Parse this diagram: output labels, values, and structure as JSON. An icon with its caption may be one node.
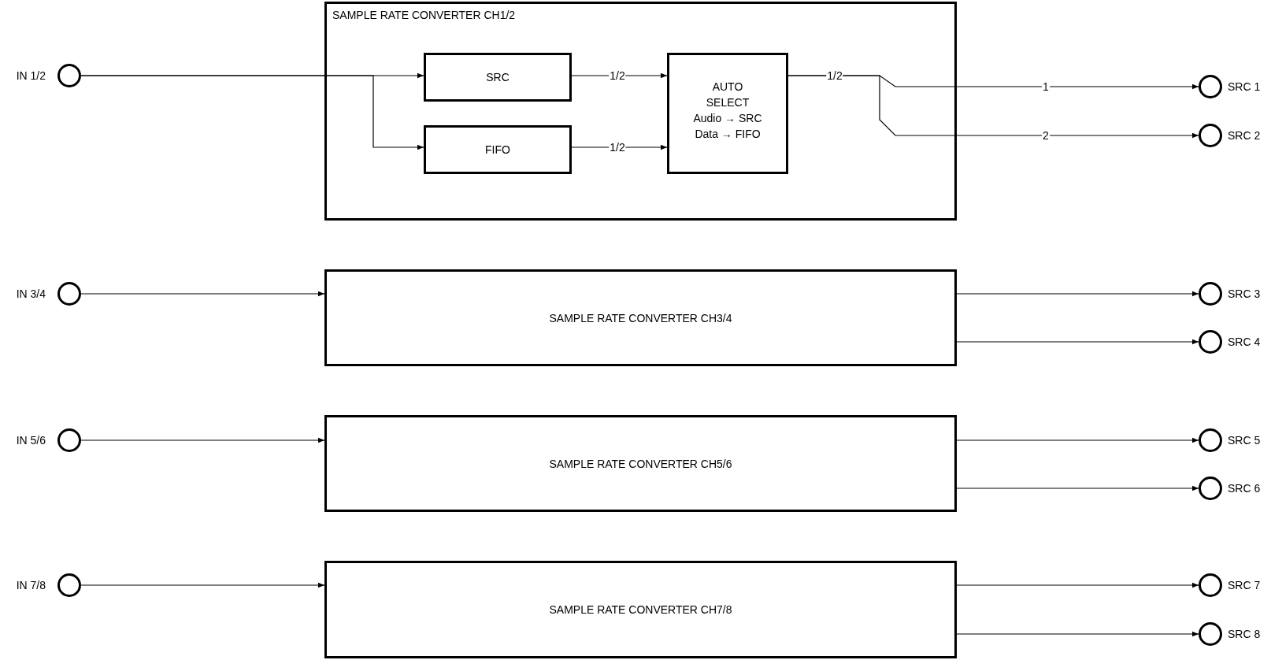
{
  "diagram": {
    "nodes": [
      {
        "text": [],
        "shape": "circle",
        "beside": [
          "IN 1/2"
        ]
      },
      {
        "text": [
          "SAMPLE RATE CONVERTER CH1/2"
        ]
      },
      {
        "text": [
          "SRC"
        ],
        "in": 1
      },
      {
        "text": [
          "FIFO"
        ],
        "in": 1
      },
      {
        "text": [
          "AUTO SELECT",
          "Audio → SRC Data → FIFO"
        ],
        "in": 1
      },
      {
        "text": [],
        "shape": "circle",
        "beside": [
          "SRC 1"
        ]
      },
      {
        "text": [],
        "shape": "circle",
        "beside": [
          "SRC 2"
        ]
      },
      {
        "text": [],
        "shape": "circle",
        "beside": [
          "IN 3/4"
        ]
      },
      {
        "text": [
          "SAMPLE RATE CONVERTER CH3/4"
        ]
      },
      {
        "text": [],
        "shape": "circle",
        "beside": [
          "SRC 3"
        ]
      },
      {
        "text": [],
        "shape": "circle",
        "beside": [
          "SRC 4"
        ]
      },
      {
        "text": [],
        "shape": "circle",
        "beside": [
          "IN 5/6"
        ]
      },
      {
        "text": [
          "SAMPLE RATE CONVERTER CH5/6"
        ]
      },
      {
        "text": [],
        "shape": "circle",
        "beside": [
          "SRC 5"
        ]
      },
      {
        "text": [],
        "shape": "circle",
        "beside": [
          "SRC 6"
        ]
      },
      {
        "text": [],
        "shape": "circle",
        "beside": [
          "IN 7/8"
        ]
      },
      {
        "text": [
          "SAMPLE RATE CONVERTER CH7/8"
        ]
      },
      {
        "text": [],
        "shape": "circle",
        "beside": [
          "SRC 7"
        ]
      },
      {
        "text": [],
        "shape": "circle",
        "beside": [
          "SRC 8"
        ]
      }
    ],
    "edges": [
      {
        "from": 0,
        "to": 2,
        "arrow": "to"
      },
      {
        "from": 0,
        "to": 3,
        "arrow": "to"
      },
      {
        "from": 2,
        "to": 4,
        "arrow": "to",
        "label": "1/2"
      },
      {
        "from": 3,
        "to": 4,
        "arrow": "to",
        "label": "1/2"
      },
      {
        "from": 4,
        "to": 5,
        "arrow": "to",
        "label": "1"
      },
      {
        "from": 4,
        "to": 6,
        "arrow": "to",
        "label": "2"
      },
      {
        "from": 7,
        "to": 8,
        "arrow": "to"
      },
      {
        "from": 8,
        "to": 9,
        "arrow": "to"
      },
      {
        "from": 8,
        "to": 10,
        "arrow": "to"
      },
      {
        "from": 11,
        "to": 12,
        "arrow": "to"
      },
      {
        "from": 12,
        "to": 13,
        "arrow": "to"
      },
      {
        "from": 12,
        "to": 14,
        "arrow": "to"
      },
      {
        "from": 15,
        "to": 16,
        "arrow": "to"
      },
      {
        "from": 16,
        "to": 17,
        "arrow": "to"
      },
      {
        "from": 16,
        "to": 18,
        "arrow": "to"
      }
    ],
    "labels": [
      "1/2"
    ]
  }
}
